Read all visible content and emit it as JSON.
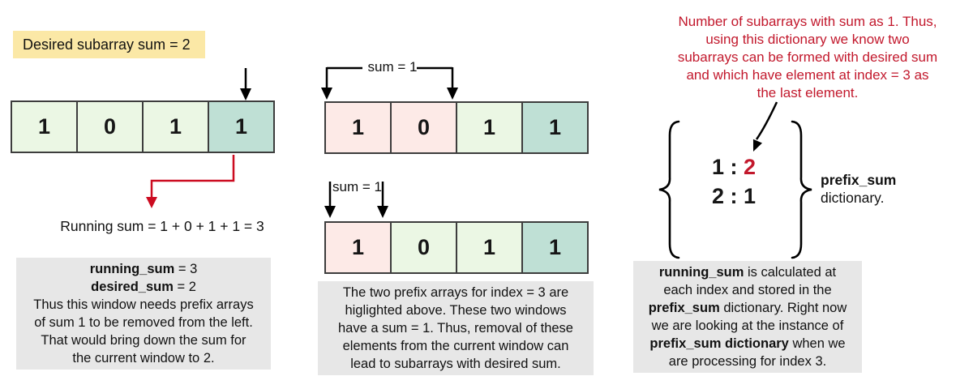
{
  "colors": {
    "cell_green": "#ebf7e4",
    "cell_teal": "#bfe0d5",
    "cell_pink": "#fdeae7",
    "badge_yellow": "#fbe8a6",
    "note_gray": "#e7e7e7",
    "annotation_red": "#c2182c",
    "arrow_red": "#cc0b20",
    "cell_border": "#3d3d3d"
  },
  "left": {
    "badge_label": "Desired subarray sum = 2",
    "array_values": [
      "1",
      "0",
      "1",
      "1"
    ],
    "running_sum_text": "Running sum = 1 + 0 + 1 + 1 = 3",
    "note": {
      "stat1_name": "running_sum",
      "stat1_rest": " = 3",
      "stat2_name": "desired_sum",
      "stat2_rest": " = 2",
      "lines": [
        "Thus this window needs prefix arrays",
        "of sum 1 to be removed from the left.",
        "That would bring down the sum for",
        "the current window to 2."
      ]
    }
  },
  "middle": {
    "top_bracket_label": "sum = 1",
    "bottom_bracket_label": "sum = 1",
    "top_array_values": [
      "1",
      "0",
      "1",
      "1"
    ],
    "bottom_array_values": [
      "1",
      "0",
      "1",
      "1"
    ],
    "note_lines": [
      "The two prefix arrays for index = 3 are",
      "higlighted above. These two windows",
      "have a sum = 1. Thus, removal of these",
      "elements from the current window can",
      "lead to subarrays with desired sum."
    ]
  },
  "right": {
    "annotation_lines": [
      "Number of subarrays with sum as 1. Thus,",
      "using this dictionary we know two",
      "subarrays can be formed with desired sum",
      "and which have element at index = 3 as",
      "the last element."
    ],
    "dict_entry1_key": "1",
    "dict_entry1_sep": " : ",
    "dict_entry1_value": "2",
    "dict_entry2": "2 : 1",
    "dict_label_bold": "prefix_sum",
    "dict_label_rest": "dictionary.",
    "note": {
      "l1_bold": "running_sum",
      "l1_rest": " is calculated at",
      "l2": "each index and stored in the",
      "l3_bold": "prefix_sum",
      "l3_rest": " dictionary. Right now",
      "l4": "we are looking at the instance of",
      "l5_bold": "prefix_sum dictionary",
      "l5_rest": " when we",
      "l6": "are processing for index 3."
    }
  }
}
